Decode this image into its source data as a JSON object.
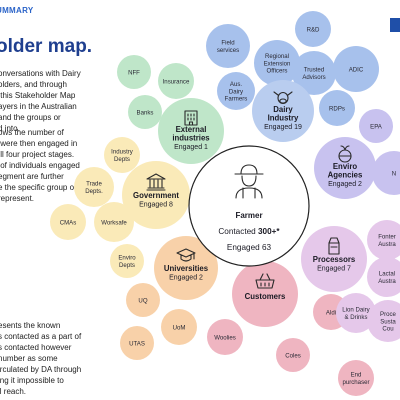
{
  "header": {
    "kicker": "UMMARY",
    "title": "older map."
  },
  "intro_text": {
    "para1": "onversations with Dairy\nolders, and through\n this Stakeholder Map\nayers in the Australian\nand the groups or\nd into.",
    "para2": "ows the number of\n were then engaged in\n ll four project stages.\n of individuals engaged\negment are further\ne the specific group or\nrepresent.",
    "para3": "esents the known\ns contacted as a part of\ns contacted however\nnumber as some\nirculated by DA through\ning it impossible to\nll reach."
  },
  "colors": {
    "dairy": "#a7c1ec",
    "dairy_main": "#b9cdef",
    "external": "#bfe6c9",
    "government": "#faeab8",
    "universities": "#f8d1a9",
    "customers": "#efb5c1",
    "processors": "#e5c8ea",
    "enviro": "#c8c2ef",
    "center_stroke": "#222222"
  },
  "center": {
    "role": "Farmer",
    "contacted_label": "Contacted ",
    "contacted_value": "300+*",
    "engaged": "Engaged 63",
    "icon": "farmer-icon"
  },
  "groups": [
    {
      "id": "dairy",
      "title": [
        "Dairy",
        "Industry"
      ],
      "engaged": "Engaged 19",
      "icon": "dairy-cow-icon",
      "color_key": "dairy_main"
    },
    {
      "id": "external",
      "title": [
        "External",
        "industries"
      ],
      "engaged": "Engaged 1",
      "icon": "building-icon",
      "color_key": "external"
    },
    {
      "id": "government",
      "title": [
        "Government"
      ],
      "engaged": "Engaged 8",
      "icon": "government-building-icon",
      "color_key": "government"
    },
    {
      "id": "universities",
      "title": [
        "Universities"
      ],
      "engaged": "Engaged 2",
      "icon": "graduation-cap-icon",
      "color_key": "universities"
    },
    {
      "id": "customers",
      "title": [
        "Customers"
      ],
      "engaged": "",
      "icon": "shopping-basket-icon",
      "color_key": "customers"
    },
    {
      "id": "processors",
      "title": [
        "Processors"
      ],
      "engaged": "Engaged 7",
      "icon": "milk-carton-icon",
      "color_key": "processors"
    },
    {
      "id": "enviro",
      "title": [
        "Enviro",
        "Agencies"
      ],
      "engaged": "Engaged 2",
      "icon": "globe-plant-icon",
      "color_key": "enviro"
    }
  ],
  "stakeholders": [
    {
      "label": [
        "Field",
        "services"
      ],
      "color_key": "dairy"
    },
    {
      "label": [
        "R&D"
      ],
      "color_key": "dairy"
    },
    {
      "label": [
        "Regional",
        "Extension",
        "Officers"
      ],
      "color_key": "dairy"
    },
    {
      "label": [
        "ADIC"
      ],
      "color_key": "dairy"
    },
    {
      "label": [
        "Trusted",
        "Advisors"
      ],
      "color_key": "dairy"
    },
    {
      "label": [
        "Aus.",
        "Dairy",
        "Farmers"
      ],
      "color_key": "dairy"
    },
    {
      "label": [
        "RDPs"
      ],
      "color_key": "dairy"
    },
    {
      "label": [
        "NFF"
      ],
      "color_key": "external"
    },
    {
      "label": [
        "Insurance"
      ],
      "color_key": "external"
    },
    {
      "label": [
        "Banks"
      ],
      "color_key": "external"
    },
    {
      "label": [
        "Industry",
        "Depts"
      ],
      "color_key": "government"
    },
    {
      "label": [
        "Trade",
        "Depts."
      ],
      "color_key": "government"
    },
    {
      "label": [
        "CMAs"
      ],
      "color_key": "government"
    },
    {
      "label": [
        "Worksafe"
      ],
      "color_key": "government"
    },
    {
      "label": [
        "Enviro",
        "Depts"
      ],
      "color_key": "government"
    },
    {
      "label": [
        "UQ"
      ],
      "color_key": "universities"
    },
    {
      "label": [
        "UoM"
      ],
      "color_key": "universities"
    },
    {
      "label": [
        "UTAS"
      ],
      "color_key": "universities"
    },
    {
      "label": [
        "Woolies"
      ],
      "color_key": "customers"
    },
    {
      "label": [
        "Coles"
      ],
      "color_key": "customers"
    },
    {
      "label": [
        "Aldi"
      ],
      "color_key": "customers"
    },
    {
      "label": [
        "End",
        "purchaser"
      ],
      "color_key": "customers"
    },
    {
      "label": [
        "Fonter",
        "Austra"
      ],
      "color_key": "processors"
    },
    {
      "label": [
        "Lactal",
        "Austra"
      ],
      "color_key": "processors"
    },
    {
      "label": [
        "Lion Dairy",
        "& Drinks"
      ],
      "color_key": "processors"
    },
    {
      "label": [
        "Proce",
        "Susta",
        "Cou"
      ],
      "color_key": "processors"
    },
    {
      "label": [
        "EPA"
      ],
      "color_key": "enviro"
    },
    {
      "label": [
        "N"
      ],
      "color_key": "enviro"
    }
  ]
}
